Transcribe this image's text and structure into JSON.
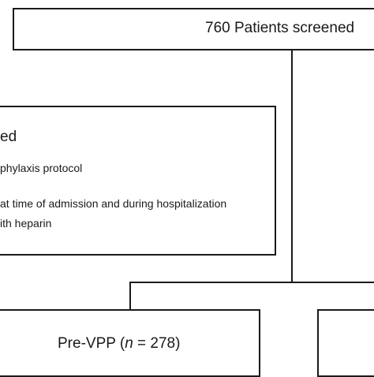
{
  "screened": {
    "label": "760 Patients screened"
  },
  "excluded": {
    "title": "ed",
    "items": [
      "phylaxis protocol",
      "at time of admission and during hospitalization",
      "ith heparin"
    ]
  },
  "pre_vpp": {
    "prefix": "Pre-VPP (",
    "n_symbol": "n",
    "suffix": " = 278)"
  }
}
